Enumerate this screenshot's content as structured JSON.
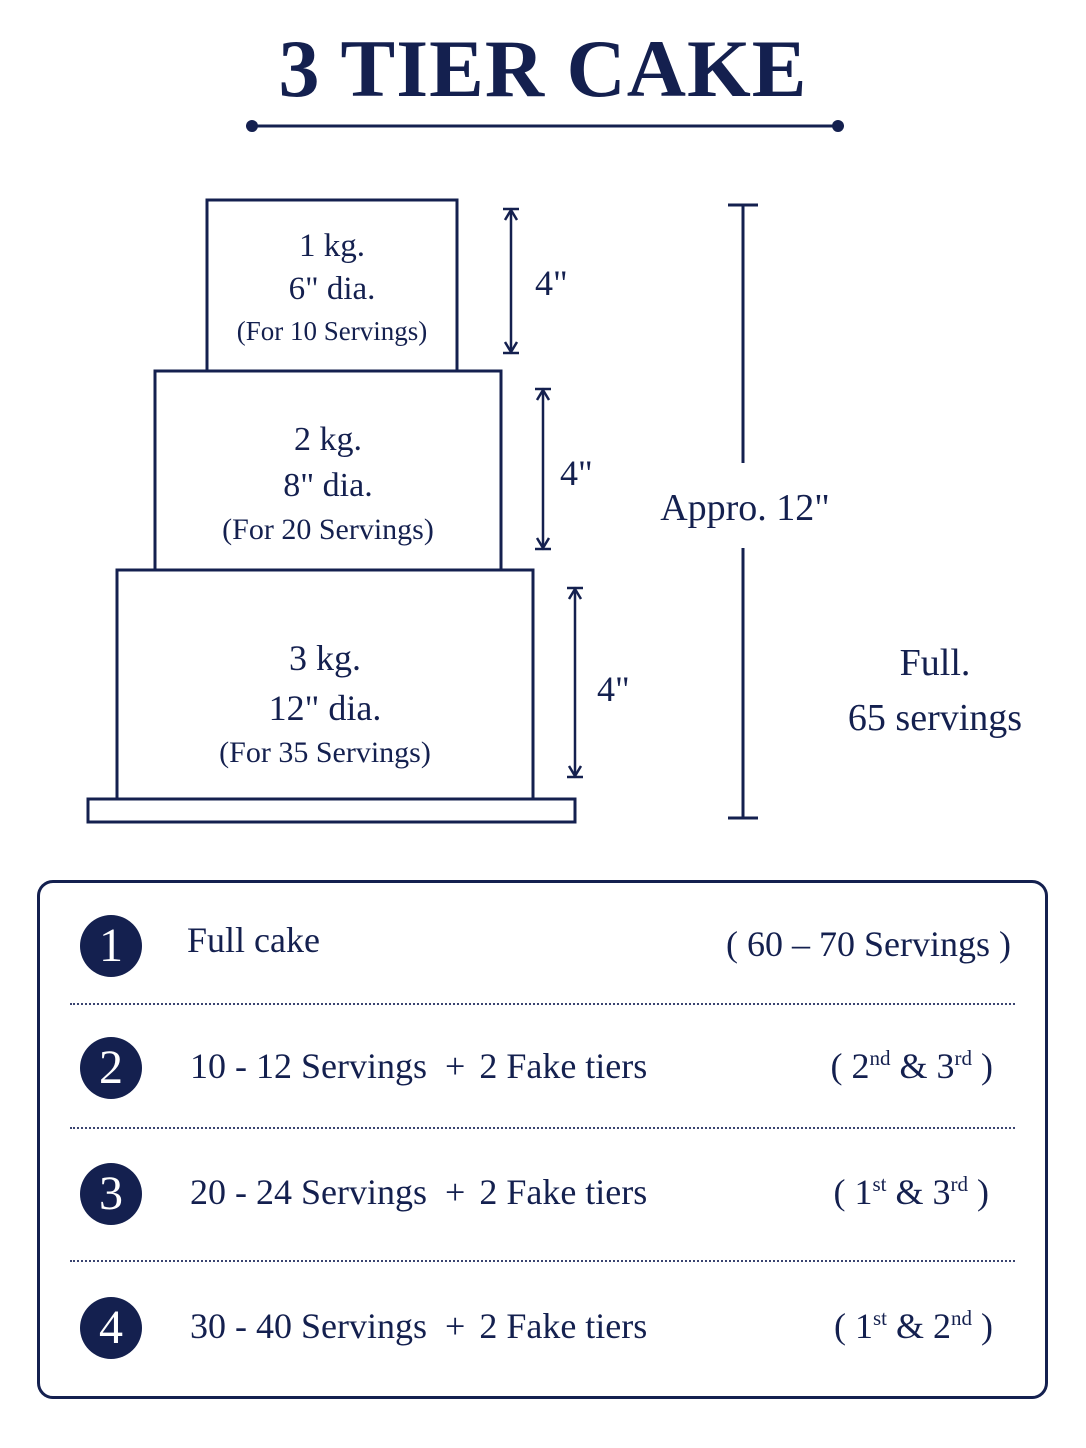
{
  "title": "3 TIER CAKE",
  "tiers": [
    {
      "weight": "1 kg.",
      "diameter": "6\" dia.",
      "servings": "(For 10 Servings)",
      "height_label": "4\""
    },
    {
      "weight": "2 kg.",
      "diameter": "8\" dia.",
      "servings": "(For 20 Servings)",
      "height_label": "4\""
    },
    {
      "weight": "3 kg.",
      "diameter": "12\" dia.",
      "servings": "(For 35 Servings)",
      "height_label": "4\""
    }
  ],
  "total_height_label": "Appro. 12\"",
  "full_summary": {
    "line1": "Full.",
    "line2": "65 servings"
  },
  "options": [
    {
      "number": "1",
      "description": "Full cake",
      "note": "( 60 – 70 Servings )"
    },
    {
      "number": "2",
      "servings": "10 - 12 Servings",
      "plus": "+",
      "fake": "2 Fake tiers",
      "note": {
        "open": "( 2",
        "sup1": "nd",
        "mid": " & 3",
        "sup2": "rd",
        "close": " )"
      }
    },
    {
      "number": "3",
      "servings": "20 - 24 Servings",
      "plus": "+",
      "fake": "2 Fake tiers",
      "note": {
        "open": "( 1",
        "sup1": "st",
        "mid": " & 3",
        "sup2": "rd",
        "close": " )"
      }
    },
    {
      "number": "4",
      "servings": "30 - 40 Servings",
      "plus": "+",
      "fake": "2 Fake tiers",
      "note": {
        "open": "( 1",
        "sup1": "st",
        "mid": " & 2",
        "sup2": "nd",
        "close": " )"
      }
    }
  ],
  "colors": {
    "ink": "#14204f",
    "background": "#ffffff"
  }
}
